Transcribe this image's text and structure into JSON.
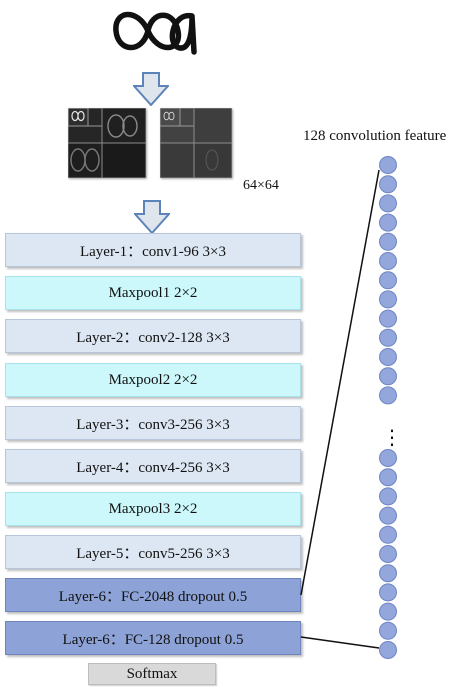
{
  "input": {
    "handwriting": "∞a"
  },
  "feature_map": {
    "size_label": "64×64"
  },
  "layers": [
    {
      "label": "Layer-1：conv1-96  3×3",
      "kind": "conv"
    },
    {
      "label": "Maxpool1 2×2",
      "kind": "pool"
    },
    {
      "label": "Layer-2：conv2-128  3×3",
      "kind": "conv"
    },
    {
      "label": "Maxpool2 2×2",
      "kind": "pool"
    },
    {
      "label": "Layer-3：conv3-256  3×3",
      "kind": "conv"
    },
    {
      "label": "Layer-4：conv4-256  3×3",
      "kind": "conv"
    },
    {
      "label": "Maxpool3 2×2",
      "kind": "pool"
    },
    {
      "label": "Layer-5：conv5-256  3×3",
      "kind": "conv"
    },
    {
      "label": "Layer-6：FC-2048 dropout 0.5",
      "kind": "fc"
    },
    {
      "label": "Layer-6：FC-128 dropout 0.5",
      "kind": "fc"
    }
  ],
  "softmax": {
    "label": "Softmax"
  },
  "feature_vector": {
    "label": "128 convolution feature",
    "ellipsis": "⋮",
    "colors": {
      "node_fill": "#93a7dc",
      "node_stroke": "#6f85c4"
    }
  }
}
